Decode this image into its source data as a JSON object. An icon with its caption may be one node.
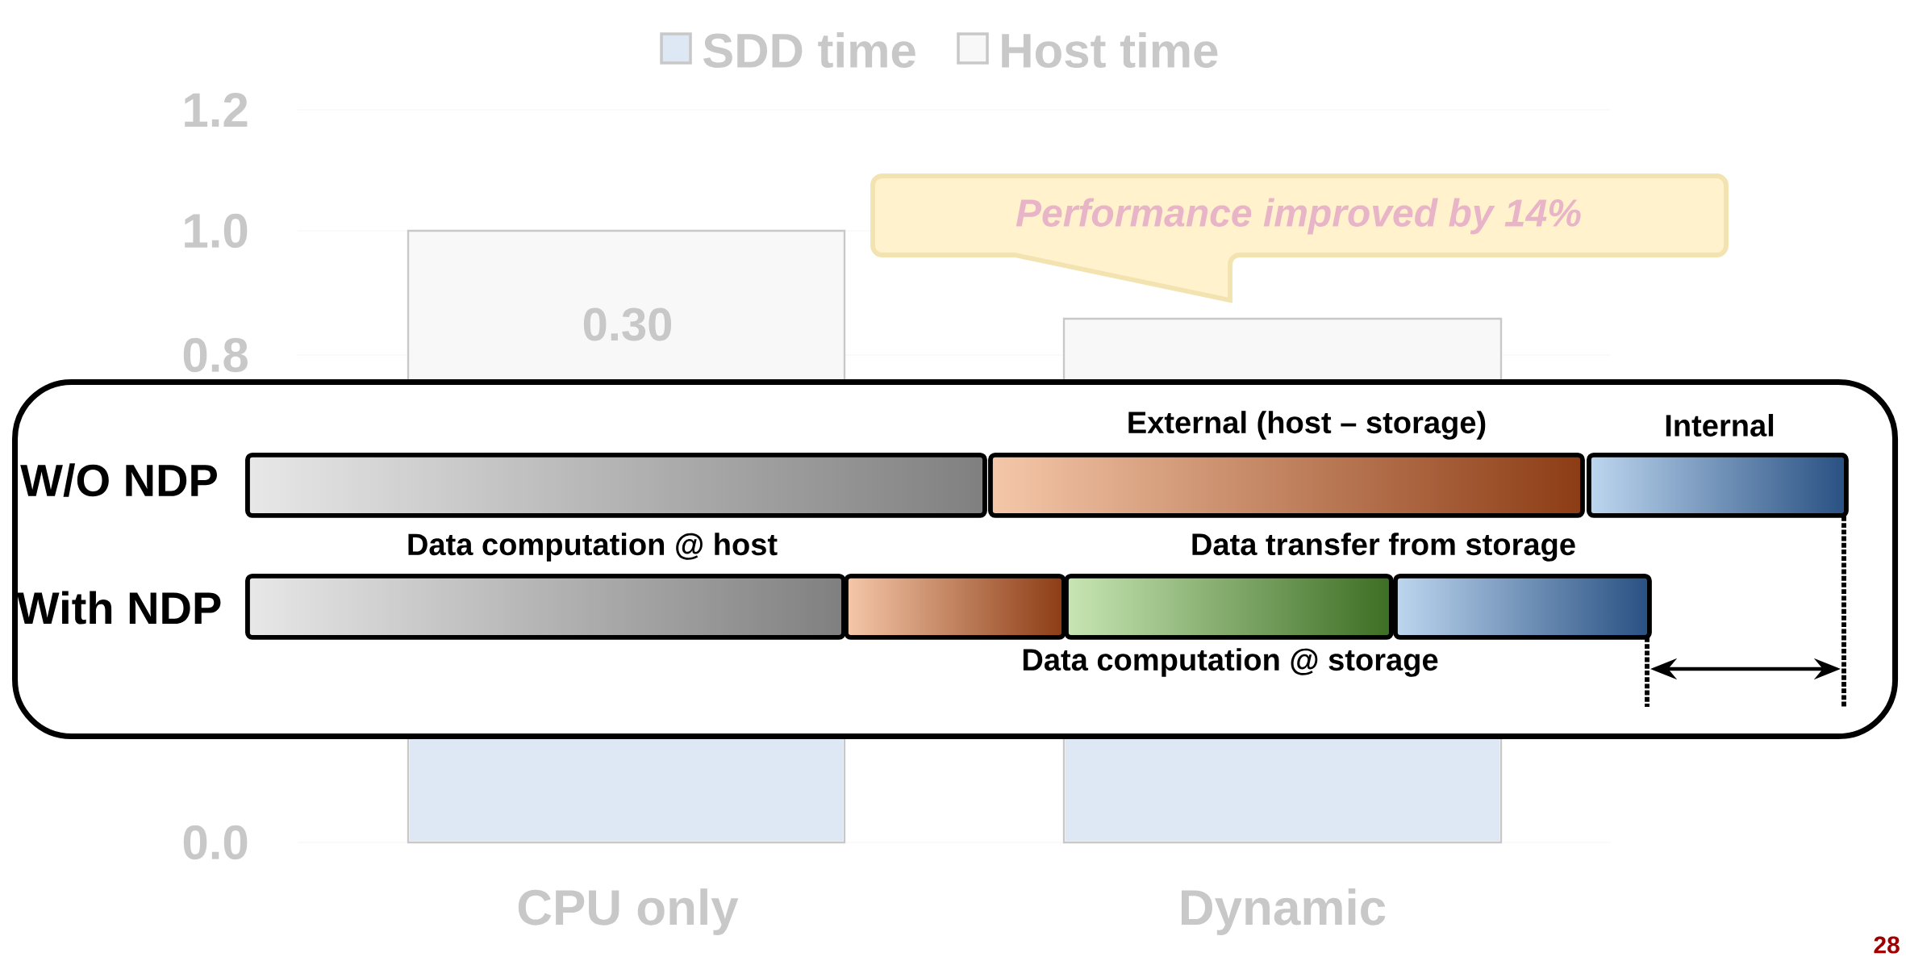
{
  "diagram": {
    "nodes": [
      {
        "text": [
          "Performance improved by 14%"
        ]
      },
      {
        "text": [],
        "shape": "box"
      },
      {
        "text": [],
        "shape": "bar",
        "in": 1
      },
      {
        "text": [],
        "shape": "bar",
        "in": 1
      },
      {
        "text": [],
        "shape": "bar",
        "in": 1
      },
      {
        "text": [],
        "shape": "bar",
        "in": 1
      },
      {
        "text": [],
        "shape": "bar",
        "in": 1
      },
      {
        "text": [],
        "shape": "bar",
        "in": 1
      },
      {
        "text": [],
        "shape": "bar",
        "in": 1
      }
    ],
    "edges": [],
    "labels": [
      "1.2",
      "1.0",
      "0.30",
      "0.8",
      "External (host – storage)",
      "Internal",
      "W/O NDP",
      "Data computation @ host",
      "Data transfer from storage",
      "With NDP",
      "Data computation @ storage",
      "0.0",
      "CPU only",
      "Dynamic",
      "28"
    ],
    "legend": [
      {
        "text": "SDD time",
        "color": "#dde8f4"
      },
      {
        "text": "Host time",
        "color": "#f8f8f8"
      }
    ]
  }
}
